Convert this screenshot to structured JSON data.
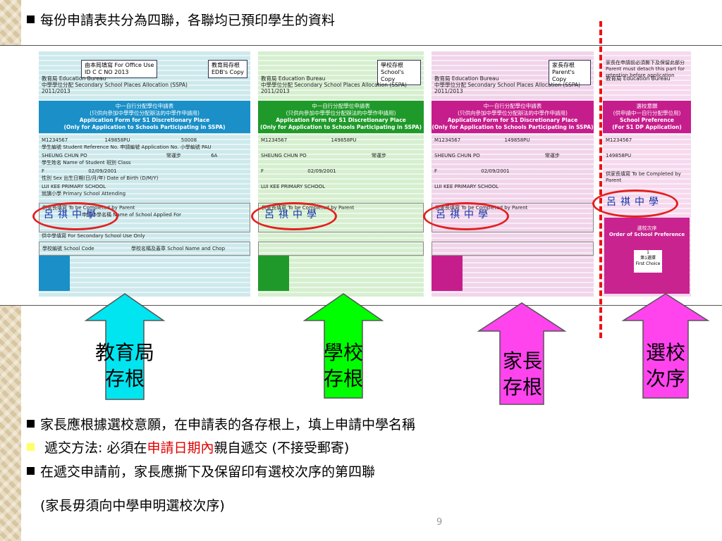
{
  "top_bullet": "每份申請表共分為四聯，各聯均已預印學生的資料",
  "form": {
    "edb": {
      "copy_label": "教育局存根 EDB's Copy",
      "office_label": "由本局填寫 For Office Use",
      "office_fields": "ID    C    C NO 2013",
      "bureau": "教育局 Education Bureau",
      "sspa": "中學學位分配 Secondary School Places Allocation (SSPA)",
      "year": "2011/2013",
      "band_line1": "中一自行分配學位申請表",
      "band_line2": "(只供向參加中學學位分配辦法的中學作申請用)",
      "band_line3": "Application Form for S1 Discretionary Place",
      "band_line4": "(Only for Application to Schools Participating in SSPA)",
      "student_id": "M1234567",
      "app_no": "149858PU",
      "class_no": "50008",
      "ref_label": "學生編號 Student Reference No.   申請編號 Application No.   小學編號 PAU",
      "name": "SHEUNG CHUN PO",
      "name_cn": "常運步",
      "class_val": "6A",
      "name_label": "學生姓名 Name of Student                       班別 Class",
      "sex": "F",
      "dob": "02/09/2001",
      "dob_label": "性別 Sex         出生日期(日/月/年) Date of Birth (D/M/Y)",
      "primary": "LUI KEE PRIMARY SCHOOL",
      "primary_label": "就讀小學 Primary School Attending",
      "parent_label": "供家長填寫 To be Completed by Parent",
      "applied_label": "申請中學名稱 Name of School Applied For",
      "secondary_label": "供中學填寫 For Secondary School Use Only",
      "code_label": "學校編號 School Code",
      "chop_label": "學校名稱及蓋章 School Name and Chop"
    },
    "school": {
      "copy_label": "學校存根 School's Copy"
    },
    "parent": {
      "copy_label": "家長存根 Parent's Copy"
    },
    "pref": {
      "note": "家長在申請前必須撕下及保留此部分 Parent must detach this part for retention before application",
      "band_line1": "選校意願",
      "band_line2": "(供申請中一自行分配學位用)",
      "band_line3": "School Preference",
      "band_line4": "(For S1 DP Application)",
      "box_line1": "選校次序",
      "box_line2": "Order of School Preference",
      "choice_num": "1",
      "choice_cn": "第1選擇",
      "choice_en": "First Choice"
    },
    "school_name_filled": "呂祺中學"
  },
  "arrows": {
    "edb": {
      "line1": "教育局",
      "line2": "存根",
      "color": "#00e5f0"
    },
    "school": {
      "line1": "學校",
      "line2": "存根",
      "color": "#00ff00"
    },
    "parent": {
      "line1": "家長",
      "line2": "存根",
      "color": "#ff44ee"
    },
    "pref": {
      "line1": "選校",
      "line2": "次序",
      "color": "#ff44ee"
    }
  },
  "bullets": {
    "b1": "家長應根據選校意願，在申請表的各存根上，填上申請中學名稱",
    "b2_pre": "遞交方法: 必須在",
    "b2_red": "申請日期內",
    "b2_post": "親自遞交 (不接受郵寄)",
    "b3": "在遞交申請前，家長應撕下及保留印有選校次序的第四聯",
    "b4": "(家長毋須向中學申明選校次序)"
  },
  "page_number": "9"
}
